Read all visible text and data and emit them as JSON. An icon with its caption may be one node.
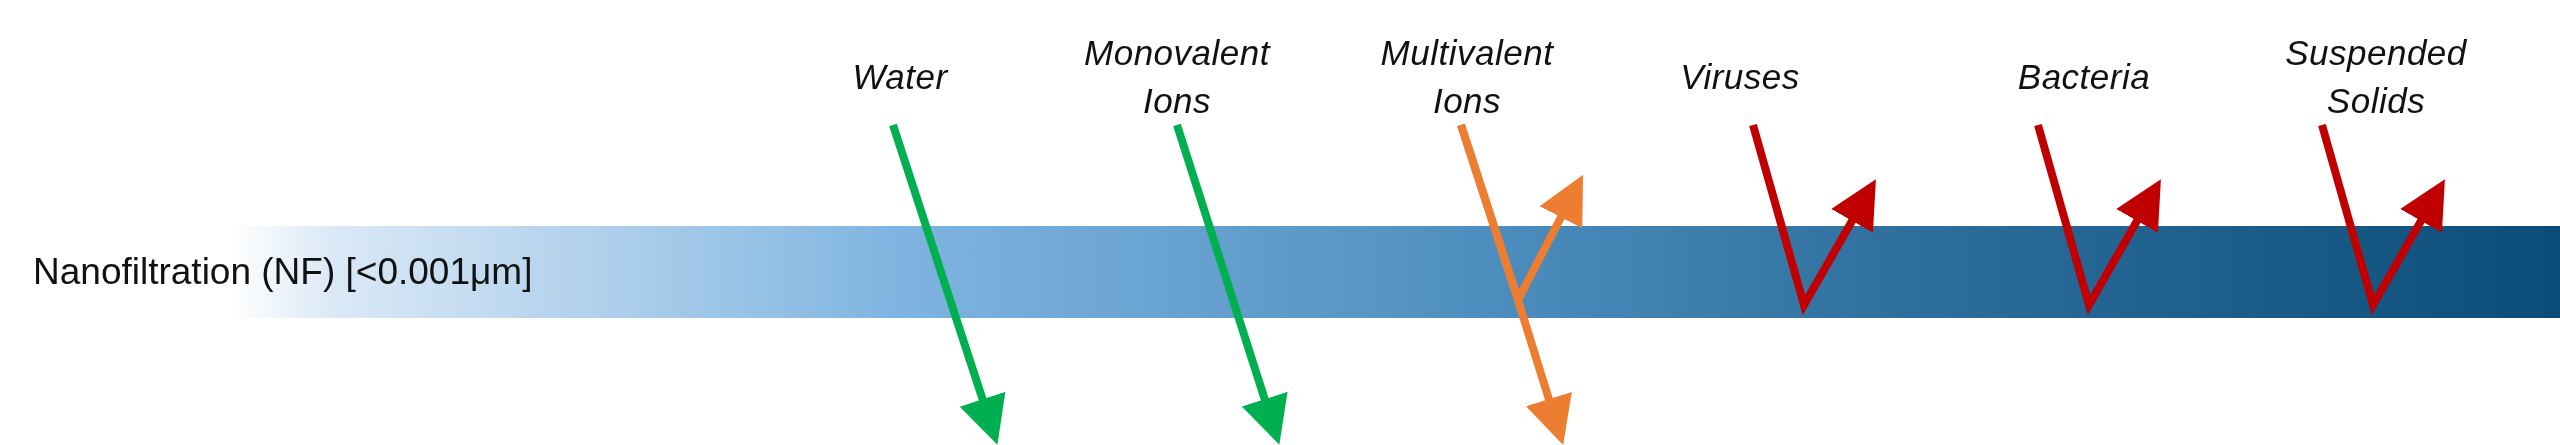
{
  "diagram": {
    "nodes": [
      {
        "text": [
          "Nanofiltration (NF) [<0.001μm]"
        ]
      },
      {
        "text": [
          "Water"
        ]
      },
      {
        "text": [
          "Monovalent Ions"
        ]
      },
      {
        "text": [
          "Multivalent Ions"
        ]
      },
      {
        "text": [
          "Viruses"
        ]
      },
      {
        "text": [
          "Bacteria"
        ]
      },
      {
        "text": [
          "Suspended Solids"
        ]
      }
    ],
    "edges": [
      {
        "from": 1,
        "to": null,
        "arrow": "to",
        "color": "#00b050"
      },
      {
        "from": 2,
        "to": null,
        "arrow": "to",
        "color": "#00b050"
      },
      {
        "from": 3,
        "to": null,
        "arrow": "to",
        "color": "#ed7d31"
      },
      {
        "from": 3,
        "to": 0,
        "arrow": "to",
        "color": "#ed7d31"
      },
      {
        "from": 4,
        "to": 0,
        "arrow": "to",
        "color": "#c00000"
      },
      {
        "from": 5,
        "to": 0,
        "arrow": "to",
        "color": "#c00000"
      },
      {
        "from": 6,
        "to": 0,
        "arrow": "to",
        "color": "#c00000"
      }
    ]
  }
}
